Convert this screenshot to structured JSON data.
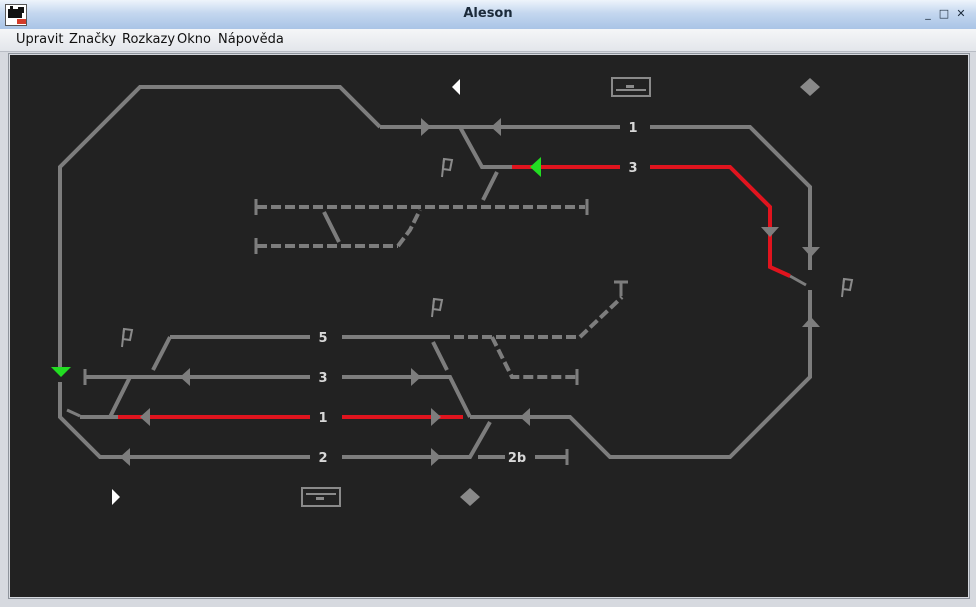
{
  "window": {
    "title": "Aleson",
    "controls": [
      "_",
      "□",
      "✕"
    ]
  },
  "menu": [
    "Upravit",
    "Značky",
    "Rozkazy",
    "Okno",
    "Nápověda"
  ],
  "track_labels": {
    "t1_top": "1",
    "t3_top": "3",
    "t5": "5",
    "t3_low": "3",
    "t1_low": "1",
    "t2": "2",
    "t2b": "2b"
  },
  "colors": {
    "track": "#7d7d7d",
    "route": "#e0141e",
    "signal_go": "#22dd22",
    "background": "#222222",
    "white": "#ffffff"
  }
}
